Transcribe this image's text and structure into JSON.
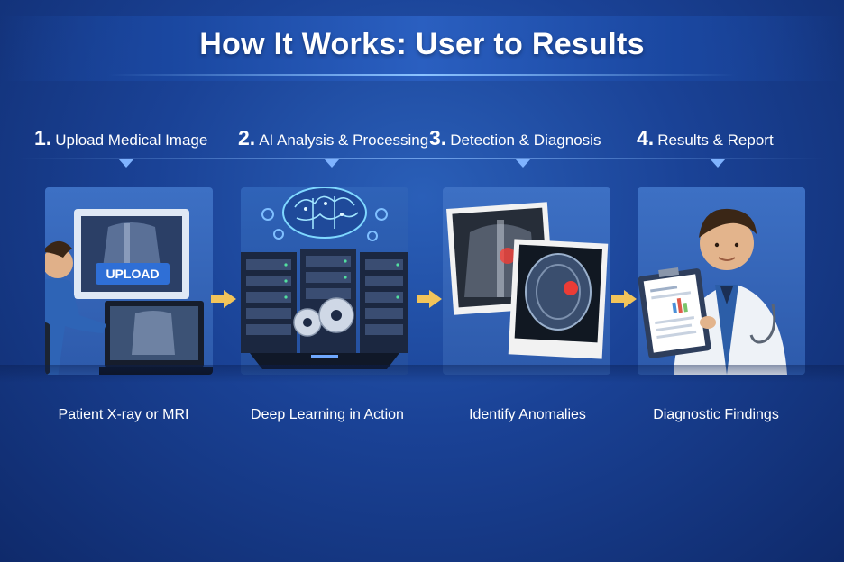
{
  "title": "How It Works: User to Results",
  "steps": [
    {
      "number": "1.",
      "heading": "Upload Medical Image",
      "caption": "Patient X-ray or MRI",
      "button_label": "UPLOAD"
    },
    {
      "number": "2.",
      "heading": "AI Analysis & Processing",
      "caption": "Deep Learning in Action"
    },
    {
      "number": "3.",
      "heading": "Detection & Diagnosis",
      "caption": "Identify Anomalies"
    },
    {
      "number": "4.",
      "heading": "Results & Report",
      "caption": "Diagnostic Findings"
    }
  ],
  "colors": {
    "background": "#1a4296",
    "accent_arrow": "#f2c45a",
    "highlight_red": "#ff3b30",
    "brain_glow": "#6fd0ff"
  },
  "icons": [
    "upload-icon",
    "brain-icon",
    "server-icon",
    "gear-icon",
    "xray-icon",
    "mri-icon",
    "doctor-icon",
    "clipboard-icon",
    "arrow-right-icon"
  ]
}
